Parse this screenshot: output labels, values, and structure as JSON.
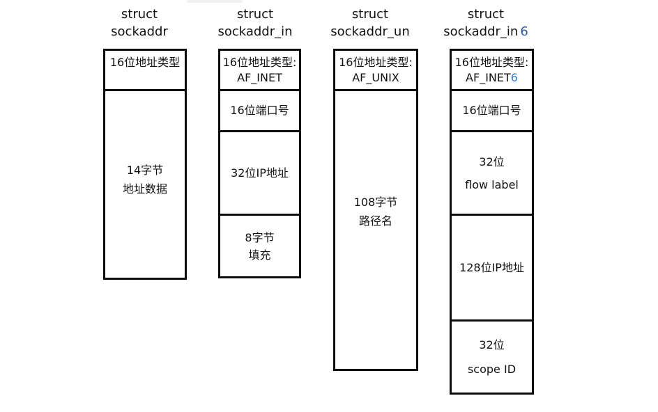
{
  "colors": {
    "line": "#0d0d0d",
    "text": "#111111",
    "header_six": "#2b5ca8",
    "cell_six": "#2f7fd6",
    "background": "#ffffff"
  },
  "columns": [
    {
      "name": "sockaddr",
      "header": {
        "line1": "struct",
        "line2": "sockaddr",
        "suffix": ""
      },
      "cells": [
        {
          "lines": [
            "16位地址类型"
          ]
        },
        {
          "lines": [
            "14字节",
            "地址数据"
          ]
        }
      ]
    },
    {
      "name": "sockaddr_in",
      "header": {
        "line1": "struct",
        "line2": "sockaddr_in",
        "suffix": ""
      },
      "cells": [
        {
          "lines": [
            "16位地址类型:",
            "AF_INET"
          ]
        },
        {
          "lines": [
            "16位端口号"
          ]
        },
        {
          "lines": [
            "32位IP地址"
          ]
        },
        {
          "lines": [
            "8字节",
            "填充"
          ]
        }
      ]
    },
    {
      "name": "sockaddr_un",
      "header": {
        "line1": "struct",
        "line2": "sockaddr_un",
        "suffix": ""
      },
      "cells": [
        {
          "lines": [
            "16位地址类型:",
            "AF_UNIX"
          ]
        },
        {
          "lines": [
            "108字节",
            "路径名"
          ]
        }
      ]
    },
    {
      "name": "sockaddr_in6",
      "header": {
        "line1": "struct",
        "line2": "sockaddr_in",
        "suffix": "6"
      },
      "cells": [
        {
          "lines": [
            "16位地址类型:",
            "AF_INET"
          ],
          "suffix": "6"
        },
        {
          "lines": [
            "16位端口号"
          ]
        },
        {
          "lines": [
            "32位",
            "flow label"
          ]
        },
        {
          "lines": [
            "128位IP地址"
          ]
        },
        {
          "lines": [
            "32位",
            "scope ID"
          ]
        }
      ]
    }
  ]
}
